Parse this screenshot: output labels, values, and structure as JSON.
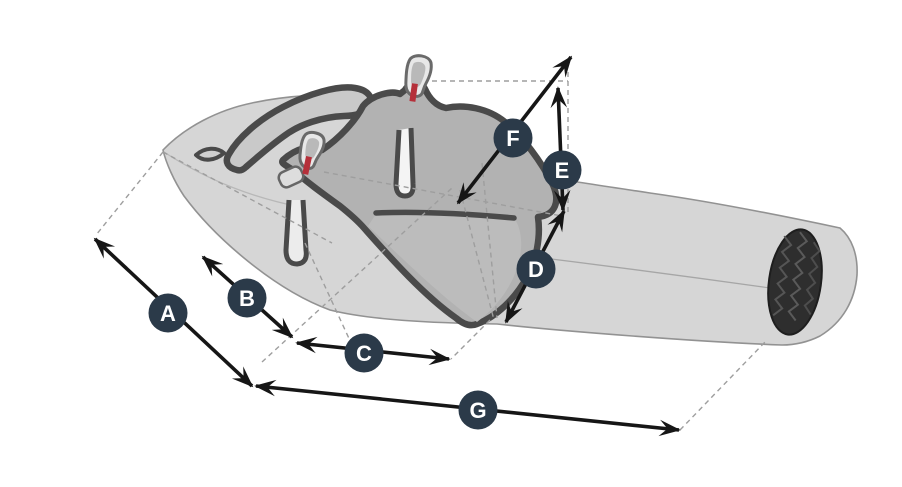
{
  "diagram": {
    "type": "technical-dimension-diagram",
    "subject": "Paragliding pod harness (cocoon) shown in three-quarter view with dimension measurement arrows",
    "labels": [
      {
        "letter": "A"
      },
      {
        "letter": "B"
      },
      {
        "letter": "C"
      },
      {
        "letter": "D"
      },
      {
        "letter": "E"
      },
      {
        "letter": "F"
      },
      {
        "letter": "G"
      }
    ],
    "colors": {
      "badge": "#2b3a49",
      "badge_text": "#ffffff",
      "arrow": "#161616",
      "dashed_line": "#9e9e9e",
      "pod_fill": "#d6d6d6",
      "pod_outline": "#929292",
      "harness_fill": "#b2b2b2",
      "harness_outline": "#4a4a4a",
      "foot_pad": "#2e2e2e",
      "carabiner_gate": "#b5303a"
    }
  }
}
